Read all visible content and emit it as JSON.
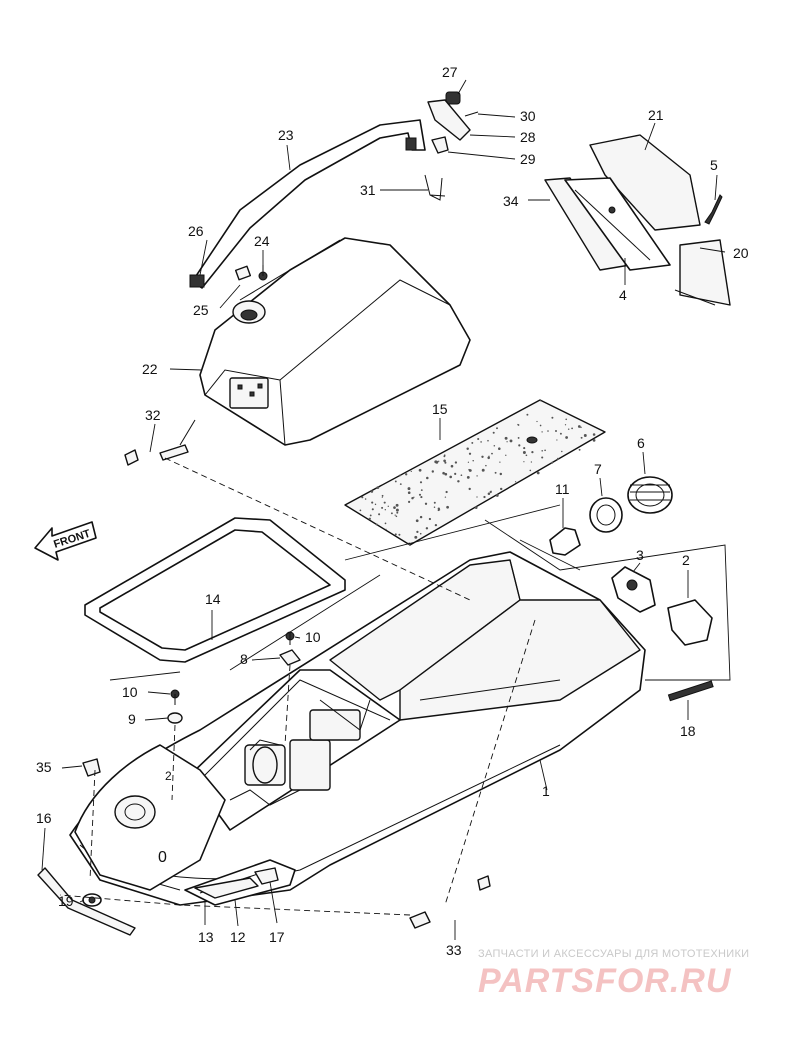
{
  "front_label": "FRONT",
  "callouts": {
    "c1": "1",
    "c2": "2",
    "c3": "3",
    "c4": "4",
    "c5": "5",
    "c6": "6",
    "c7": "7",
    "c8": "8",
    "c9": "9",
    "c10a": "10",
    "c10b": "10",
    "c11": "11",
    "c12": "12",
    "c13": "13",
    "c14": "14",
    "c15": "15",
    "c16": "16",
    "c17": "17",
    "c18": "18",
    "c19": "19",
    "c20": "20",
    "c21": "21",
    "c22": "22",
    "c23": "23",
    "c24": "24",
    "c25": "25",
    "c26": "26",
    "c27": "27",
    "c28": "28",
    "c29": "29",
    "c30": "30",
    "c31": "31",
    "c32": "32",
    "c33": "33",
    "c34": "34",
    "c35": "35"
  },
  "watermark": {
    "tagline": "ЗАПЧАСТИ И АКСЕССУАРЫ ДЛЯ МОТОТЕХНИКИ",
    "logo": "PARTSFOR.RU"
  }
}
